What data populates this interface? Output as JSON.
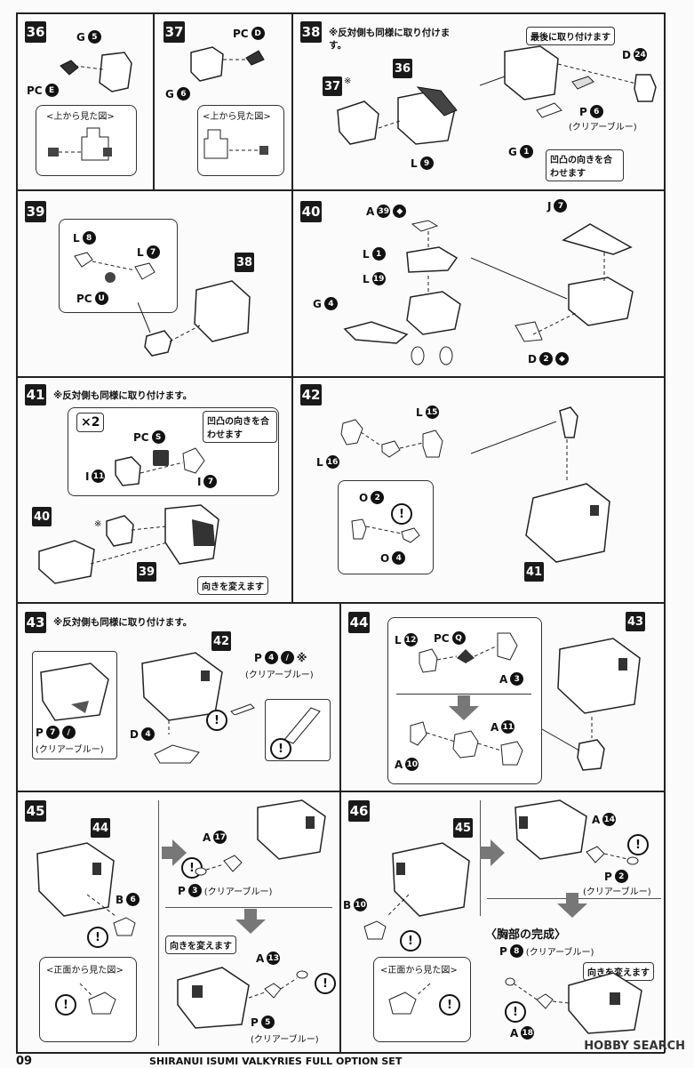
{
  "steps": {
    "s36": {
      "num": "36",
      "g": "G",
      "g_n": "5",
      "pc": "PC",
      "pc_l": "E",
      "view": "<上から見た図>"
    },
    "s37": {
      "num": "37",
      "pc": "PC",
      "pc_l": "D",
      "g": "G",
      "g_n": "6",
      "view": "<上から見た図>"
    },
    "s38": {
      "num": "38",
      "note": "※反対側も同様に取り付けます。",
      "ref1": "37",
      "ref1_mark": "※",
      "ref2": "36",
      "l": "L",
      "l_n": "9",
      "last": "最後に取り付けます",
      "d": "D",
      "d_n": "24",
      "p": "P",
      "p_n": "6",
      "p_sub": "(クリアーブルー)",
      "g": "G",
      "g_n": "1",
      "align": "凹凸の向きを合わせます"
    },
    "s39": {
      "num": "39",
      "l8": "L",
      "l8_n": "8",
      "l7": "L",
      "l7_n": "7",
      "pc": "PC",
      "pc_l": "U",
      "ref": "38"
    },
    "s40": {
      "num": "40",
      "a": "A",
      "a_n": "39",
      "l1": "L",
      "l1_n": "1",
      "l19": "L",
      "l19_n": "19",
      "g": "G",
      "g_n": "4",
      "j": "J",
      "j_n": "7",
      "d": "D",
      "d_n": "2"
    },
    "s41": {
      "num": "41",
      "note": "※反対側も同様に取り付けます。",
      "x2": "×2",
      "pc": "PC",
      "pc_l": "S",
      "align": "凹凸の向きを合わせます",
      "i11": "I",
      "i11_n": "11",
      "i7": "I",
      "i7_n": "7",
      "ref40": "40",
      "ref39": "39",
      "mark": "※",
      "turn": "向きを変えます"
    },
    "s42": {
      "num": "42",
      "l15": "L",
      "l15_n": "15",
      "l16": "L",
      "l16_n": "16",
      "o2": "O",
      "o2_n": "2",
      "o4": "O",
      "o4_n": "4",
      "ref41": "41"
    },
    "s43": {
      "num": "43",
      "note": "※反対側も同様に取り付けます。",
      "ref42": "42",
      "p4": "P",
      "p4_n": "4",
      "p4_mark": "※",
      "p4_sub": "(クリアーブルー)",
      "p7": "P",
      "p7_n": "7",
      "p7_sub": "(クリアーブルー)",
      "d": "D",
      "d_n": "4"
    },
    "s44": {
      "num": "44",
      "l": "L",
      "l_n": "12",
      "pc": "PC",
      "pc_l": "Q",
      "a3": "A",
      "a3_n": "3",
      "a11": "A",
      "a11_n": "11",
      "a10": "A",
      "a10_n": "10",
      "ref43": "43"
    },
    "s45": {
      "num": "45",
      "ref44": "44",
      "b": "B",
      "b_n": "6",
      "front": "<正面から見た図>",
      "a17": "A",
      "a17_n": "17",
      "p3": "P",
      "p3_n": "3",
      "p3_sub": "(クリアーブルー)",
      "turn": "向きを変えます",
      "a13": "A",
      "a13_n": "13",
      "p5": "P",
      "p5_n": "5",
      "p5_sub": "(クリアーブルー)"
    },
    "s46": {
      "num": "46",
      "ref45": "45",
      "b": "B",
      "b_n": "10",
      "front": "<正面から見た図>",
      "a14": "A",
      "a14_n": "14",
      "p2": "P",
      "p2_n": "2",
      "p2_sub": "(クリアーブルー)",
      "complete": "〈胸部の完成〉",
      "p8": "P",
      "p8_n": "8",
      "p8_sub": "(クリアーブルー)",
      "turn": "向きを変えます",
      "a18": "A",
      "a18_n": "18"
    }
  },
  "footer": {
    "page": "09",
    "title": "SHIRANUI ISUMI VALKYRIES FULL OPTION SET"
  },
  "watermark": "HOBBY SEARCH",
  "warn_glyph": "!"
}
